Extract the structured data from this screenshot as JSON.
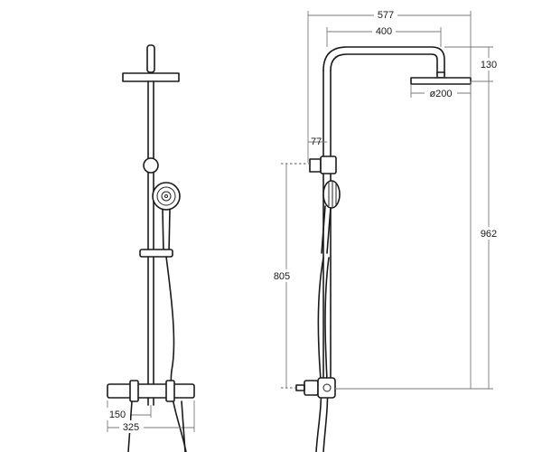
{
  "dimensions": {
    "total_width": "577",
    "arm_length": "400",
    "head_height": "130",
    "head_diameter": "ø200",
    "offset": "77",
    "total_height": "962",
    "bracket_height": "805",
    "valve_offset": "150",
    "valve_width": "325"
  },
  "colors": {
    "line": "#1a1a1a",
    "dimension": "#7a7a7a"
  },
  "icons": [
    "shower-head-icon",
    "hand-shower-icon",
    "thermostatic-valve-icon"
  ]
}
